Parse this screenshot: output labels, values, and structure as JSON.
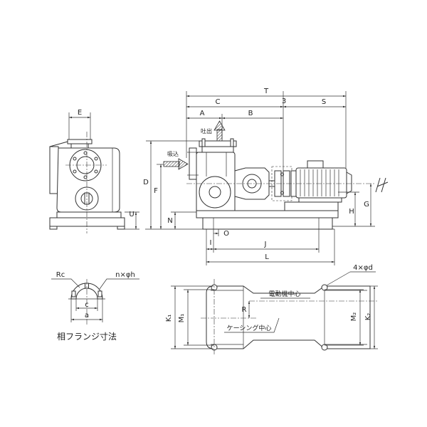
{
  "labels": {
    "E": "E",
    "U": "U",
    "T": "T",
    "C": "C",
    "three": "3",
    "S": "S",
    "A": "A",
    "B": "B",
    "discharge": "吐出",
    "suction": "吸込",
    "D": "D",
    "F": "F",
    "N": "N",
    "H": "H",
    "G": "G",
    "O": "O",
    "I": "I",
    "J": "J",
    "L": "L",
    "Rc": "Rc",
    "n_phi_h": "n×φh",
    "c": "c",
    "a": "a",
    "flange_caption": "相フランジ寸法",
    "holes_4_phi_d": "4×φd",
    "motor_center": "電動機中心",
    "R": "R",
    "casing_center": "ケーシング中心",
    "K1": "K₁",
    "M1": "M₁",
    "M2": "M₂",
    "K2": "K₂"
  }
}
